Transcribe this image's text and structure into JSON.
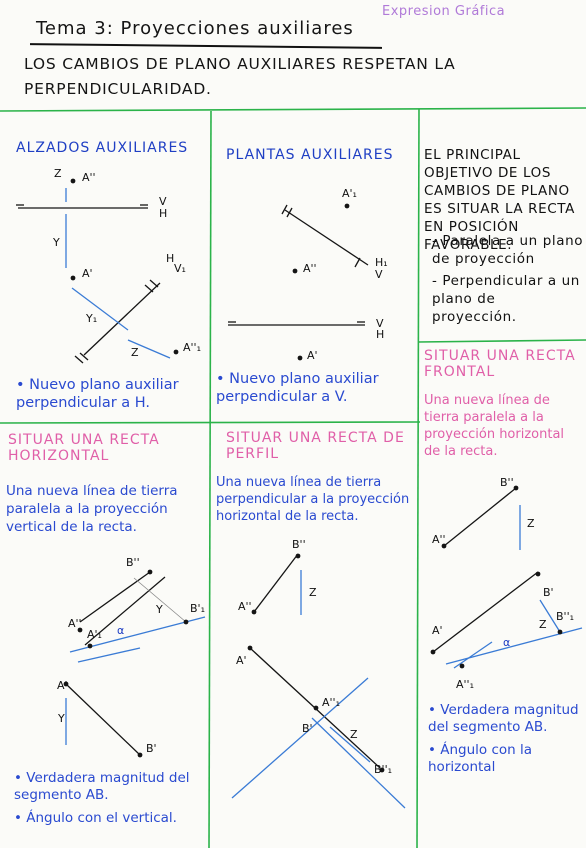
{
  "header": {
    "subject": "Expresion Gráfica",
    "title": "Tema 3: Proyecciones auxiliares"
  },
  "intro": "LOS CAMBIOS DE PLANO AUXILIARES RESPETAN LA PERPENDICULARIDAD.",
  "panels": {
    "alzados": {
      "title": "ALZADOS AUXILIARES",
      "note": "• Nuevo plano auxiliar perpendicular a H."
    },
    "plantas": {
      "title": "PLANTAS AUXILIARES",
      "note": "• Nuevo plano auxiliar perpendicular a V."
    },
    "objetivo": {
      "text": "EL PRINCIPAL OBJETIVO DE LOS CAMBIOS DE PLANO ES SITUAR LA RECTA EN POSICIÓN FAVORABLE.",
      "item1": "- Paralela a un plano de proyección",
      "item2": "- Perpendicular a un plano de proyección."
    },
    "frontal": {
      "title": "SITUAR UNA RECTA FRONTAL",
      "text": "Una nueva línea de tierra paralela a la proyección horizontal de la recta.",
      "note1": "• Verdadera magnitud del segmento AB.",
      "note2": "• Ángulo con la horizontal"
    },
    "horizontal": {
      "title": "SITUAR UNA RECTA HORIZONTAL",
      "text": "Una nueva línea de tierra paralela a la proyección vertical de la recta.",
      "note1": "• Verdadera magnitud del segmento AB.",
      "note2": "• Ángulo con el vertical."
    },
    "perfil": {
      "title": "SITUAR UNA RECTA DE PERFIL",
      "text": "Una nueva línea de tierra perpendicular a la proyección horizontal de la recta."
    }
  },
  "labels": {
    "A_v": "A''",
    "A_h": "A'",
    "A1_v": "A''₁",
    "A1_h": "A'₁",
    "B_v": "B''",
    "B_h": "B'",
    "B1_v": "B''₁",
    "B1_h": "B'₁",
    "Y": "Y",
    "Z": "Z",
    "Y1": "Y₁",
    "V": "V",
    "H": "H",
    "H1": "H₁",
    "V1": "V₁",
    "alpha": "α"
  },
  "colors": {
    "grid": "#2bb34a",
    "blue": "#1f3fc4",
    "pink": "#e05fa8",
    "construction": "#3a7bd5",
    "ink": "#151515"
  }
}
